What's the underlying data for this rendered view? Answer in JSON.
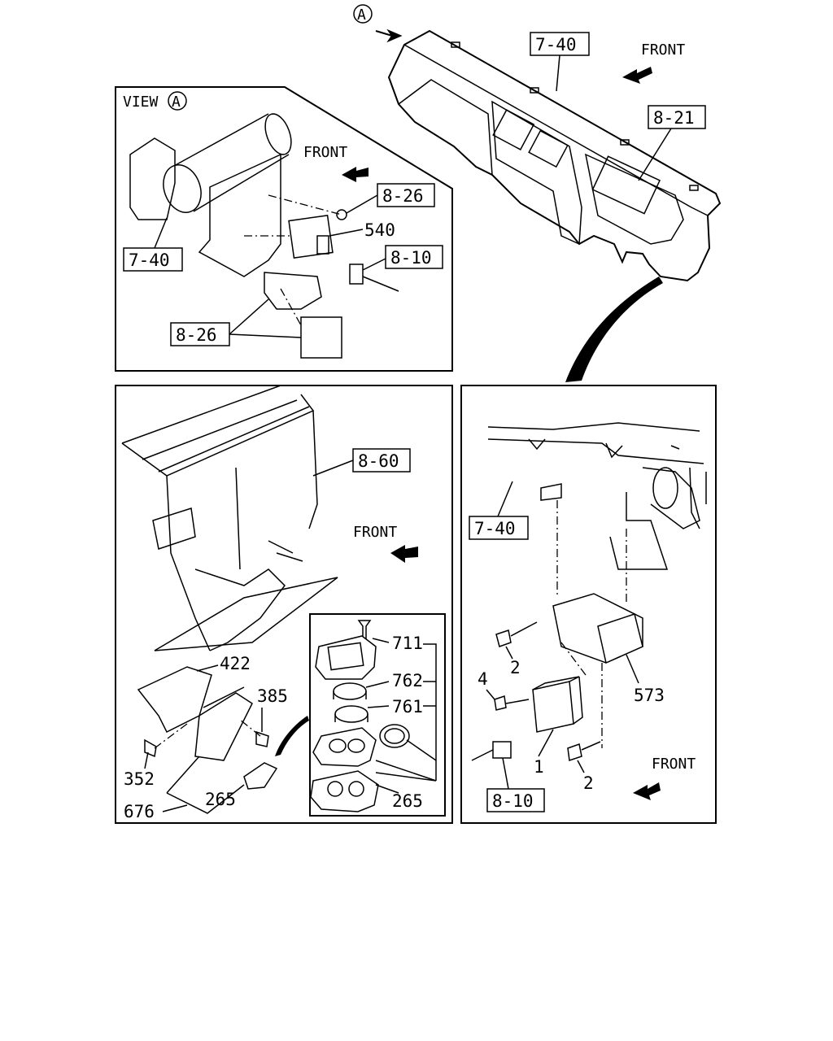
{
  "markers": {
    "view_ref": "A",
    "view_title": "VIEW",
    "front": "FRONT"
  },
  "refs": {
    "dash_panel": "7-40",
    "meter": "8-21",
    "harness_relay": "8-26",
    "harness_main": "8-10",
    "heater_unit": "8-60"
  },
  "parts": {
    "p540": "540",
    "p422": "422",
    "p385": "385",
    "p352": "352",
    "p676": "676",
    "p265": "265",
    "p711": "711",
    "p762": "762",
    "p761": "761",
    "p573": "573",
    "p1": "1",
    "p2": "2",
    "p4": "4"
  }
}
